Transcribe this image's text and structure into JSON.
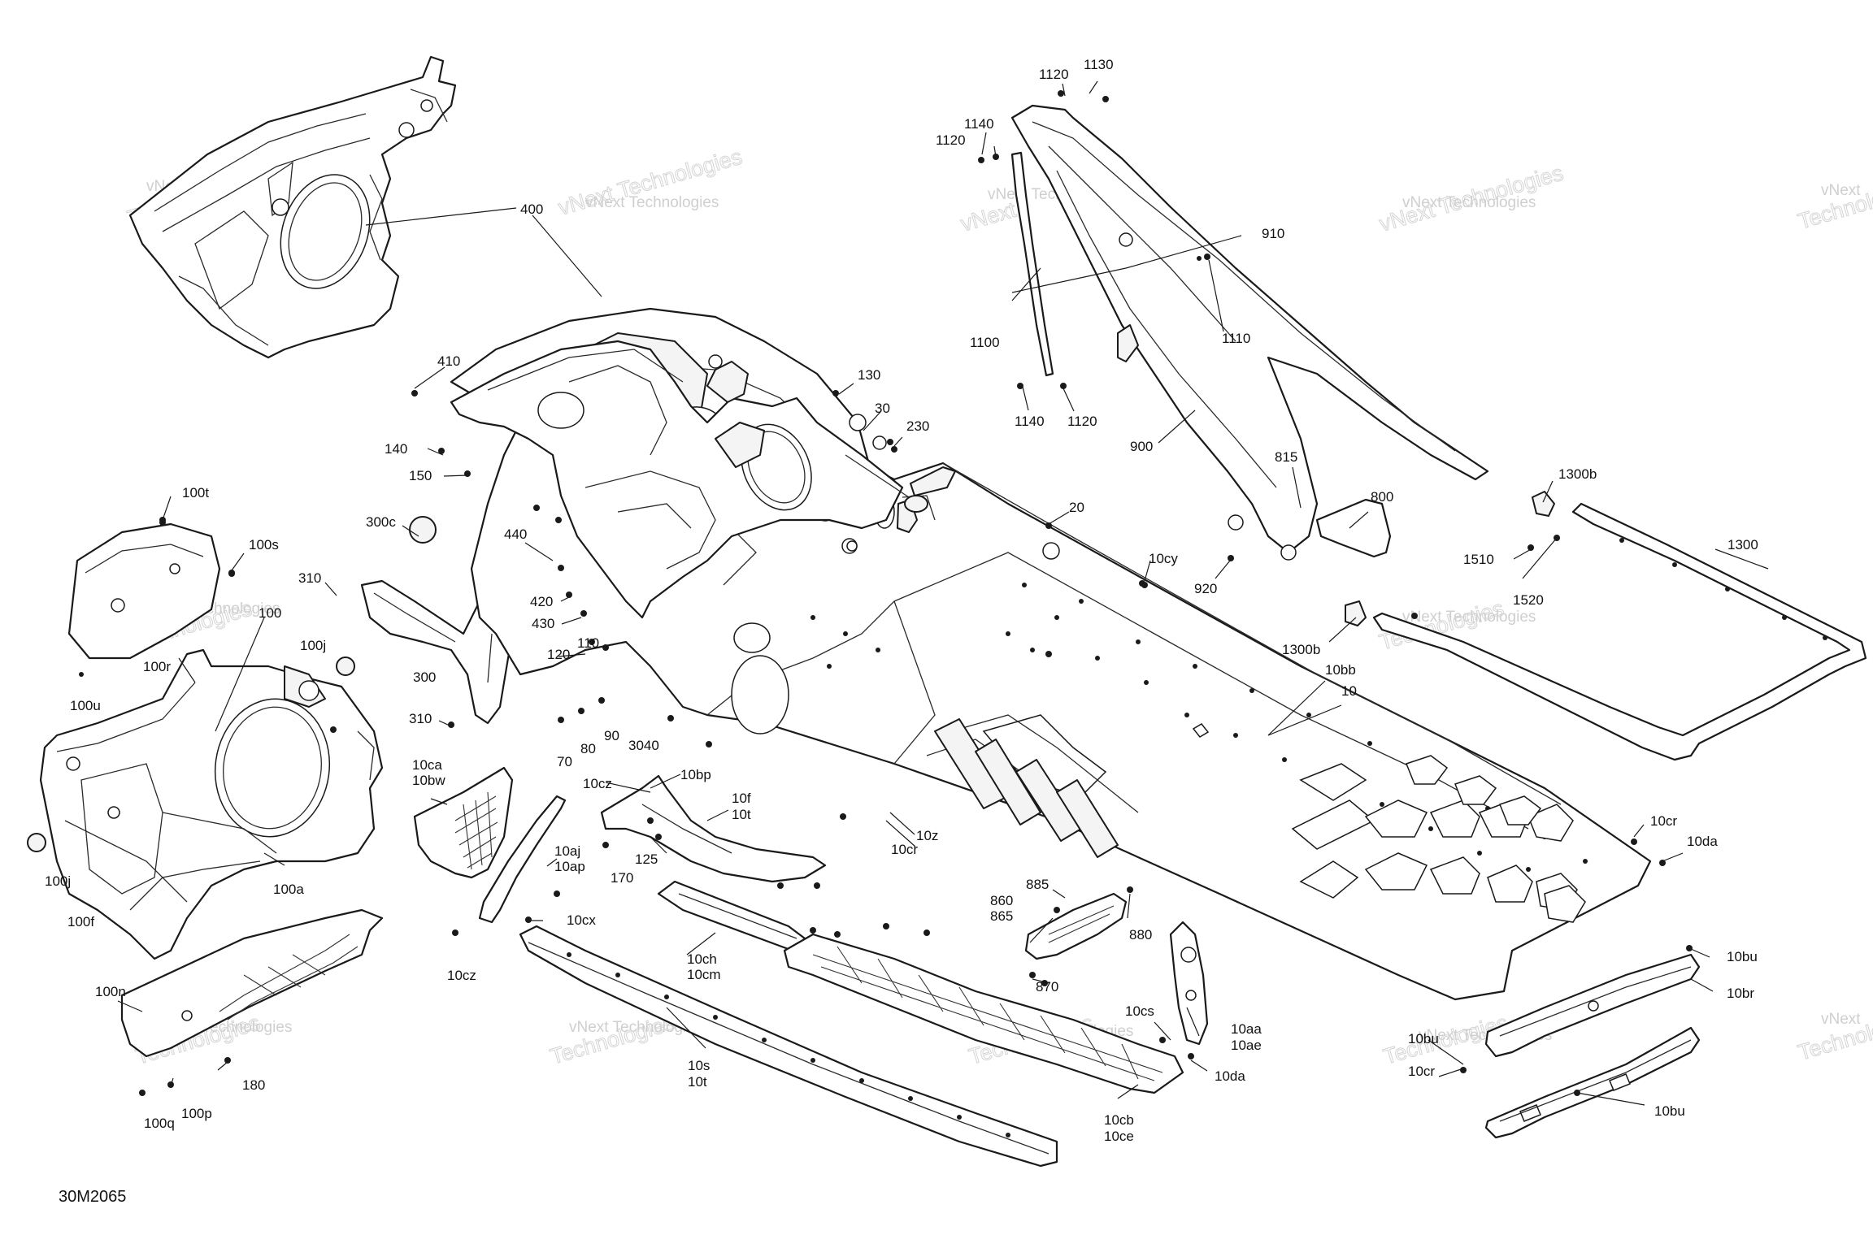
{
  "figure_id": "30M2065",
  "watermark": {
    "brand": "vNext Technologies",
    "line1": "vNext",
    "line2": "Technologies"
  },
  "callouts": [
    {
      "id": "c400",
      "text": "400"
    },
    {
      "id": "c410",
      "text": "410"
    },
    {
      "id": "c140",
      "text": "140"
    },
    {
      "id": "c150",
      "text": "150"
    },
    {
      "id": "c300c",
      "text": "300c"
    },
    {
      "id": "c440",
      "text": "440"
    },
    {
      "id": "c420",
      "text": "420"
    },
    {
      "id": "c430",
      "text": "430"
    },
    {
      "id": "c120",
      "text": "120"
    },
    {
      "id": "c110",
      "text": "110"
    },
    {
      "id": "c310a",
      "text": "310"
    },
    {
      "id": "c310b",
      "text": "310"
    },
    {
      "id": "c300",
      "text": "300"
    },
    {
      "id": "c70",
      "text": "70"
    },
    {
      "id": "c80",
      "text": "80"
    },
    {
      "id": "c90",
      "text": "90"
    },
    {
      "id": "c3040",
      "text": "3040"
    },
    {
      "id": "c130",
      "text": "130"
    },
    {
      "id": "c30",
      "text": "30"
    },
    {
      "id": "c230",
      "text": "230"
    },
    {
      "id": "c20",
      "text": "20"
    },
    {
      "id": "c10cy",
      "text": "10cy"
    },
    {
      "id": "c10bb",
      "text": "10bb"
    },
    {
      "id": "c10",
      "text": "10"
    },
    {
      "id": "c100t",
      "text": "100t"
    },
    {
      "id": "c100s",
      "text": "100s"
    },
    {
      "id": "c100",
      "text": "100"
    },
    {
      "id": "c100j_top",
      "text": "100j"
    },
    {
      "id": "c100r",
      "text": "100r"
    },
    {
      "id": "c100u",
      "text": "100u"
    },
    {
      "id": "c100j_bot",
      "text": "100j"
    },
    {
      "id": "c100f",
      "text": "100f"
    },
    {
      "id": "c100a",
      "text": "100a"
    },
    {
      "id": "c100n",
      "text": "100n"
    },
    {
      "id": "c180",
      "text": "180"
    },
    {
      "id": "c100q",
      "text": "100q"
    },
    {
      "id": "c100p",
      "text": "100p"
    },
    {
      "id": "c10ca",
      "text": "10ca"
    },
    {
      "id": "c10bw",
      "text": "10bw"
    },
    {
      "id": "c10aj",
      "text": "10aj"
    },
    {
      "id": "c10ap",
      "text": "10ap"
    },
    {
      "id": "c10cx",
      "text": "10cx"
    },
    {
      "id": "c10cz_low",
      "text": "10cz"
    },
    {
      "id": "c10cz",
      "text": "10cz"
    },
    {
      "id": "c10bp",
      "text": "10bp"
    },
    {
      "id": "c10f",
      "text": "10f"
    },
    {
      "id": "c10t_mid",
      "text": "10t"
    },
    {
      "id": "c125",
      "text": "125"
    },
    {
      "id": "c170",
      "text": "170"
    },
    {
      "id": "c10z",
      "text": "10z"
    },
    {
      "id": "c10cr_mid",
      "text": "10cr"
    },
    {
      "id": "c10ch",
      "text": "10ch"
    },
    {
      "id": "c10cm",
      "text": "10cm"
    },
    {
      "id": "c10s",
      "text": "10s"
    },
    {
      "id": "c10t",
      "text": "10t"
    },
    {
      "id": "c860",
      "text": "860"
    },
    {
      "id": "c865",
      "text": "865"
    },
    {
      "id": "c885",
      "text": "885"
    },
    {
      "id": "c880",
      "text": "880"
    },
    {
      "id": "c870",
      "text": "870"
    },
    {
      "id": "c10cs",
      "text": "10cs"
    },
    {
      "id": "c10aa",
      "text": "10aa"
    },
    {
      "id": "c10ae",
      "text": "10ae"
    },
    {
      "id": "c10da_low",
      "text": "10da"
    },
    {
      "id": "c10cb",
      "text": "10cb"
    },
    {
      "id": "c10ce",
      "text": "10ce"
    },
    {
      "id": "c1130",
      "text": "1130"
    },
    {
      "id": "c1120_top",
      "text": "1120"
    },
    {
      "id": "c1140_top",
      "text": "1140"
    },
    {
      "id": "c1120_left",
      "text": "1120"
    },
    {
      "id": "c910",
      "text": "910"
    },
    {
      "id": "c1110",
      "text": "1110"
    },
    {
      "id": "c1100",
      "text": "1100"
    },
    {
      "id": "c1140_bot",
      "text": "1140"
    },
    {
      "id": "c1120_bot",
      "text": "1120"
    },
    {
      "id": "c900",
      "text": "900"
    },
    {
      "id": "c815",
      "text": "815"
    },
    {
      "id": "c800",
      "text": "800"
    },
    {
      "id": "c920",
      "text": "920"
    },
    {
      "id": "c1300b_top",
      "text": "1300b"
    },
    {
      "id": "c1300",
      "text": "1300"
    },
    {
      "id": "c1510",
      "text": "1510"
    },
    {
      "id": "c1520",
      "text": "1520"
    },
    {
      "id": "c1300b_mid",
      "text": "1300b"
    },
    {
      "id": "c10cr_right",
      "text": "10cr"
    },
    {
      "id": "c10da_right",
      "text": "10da"
    },
    {
      "id": "c10bu_top",
      "text": "10bu"
    },
    {
      "id": "c10br",
      "text": "10br"
    },
    {
      "id": "c10bu_left",
      "text": "10bu"
    },
    {
      "id": "c10cr_low",
      "text": "10cr"
    },
    {
      "id": "c10bu_low",
      "text": "10bu"
    }
  ]
}
